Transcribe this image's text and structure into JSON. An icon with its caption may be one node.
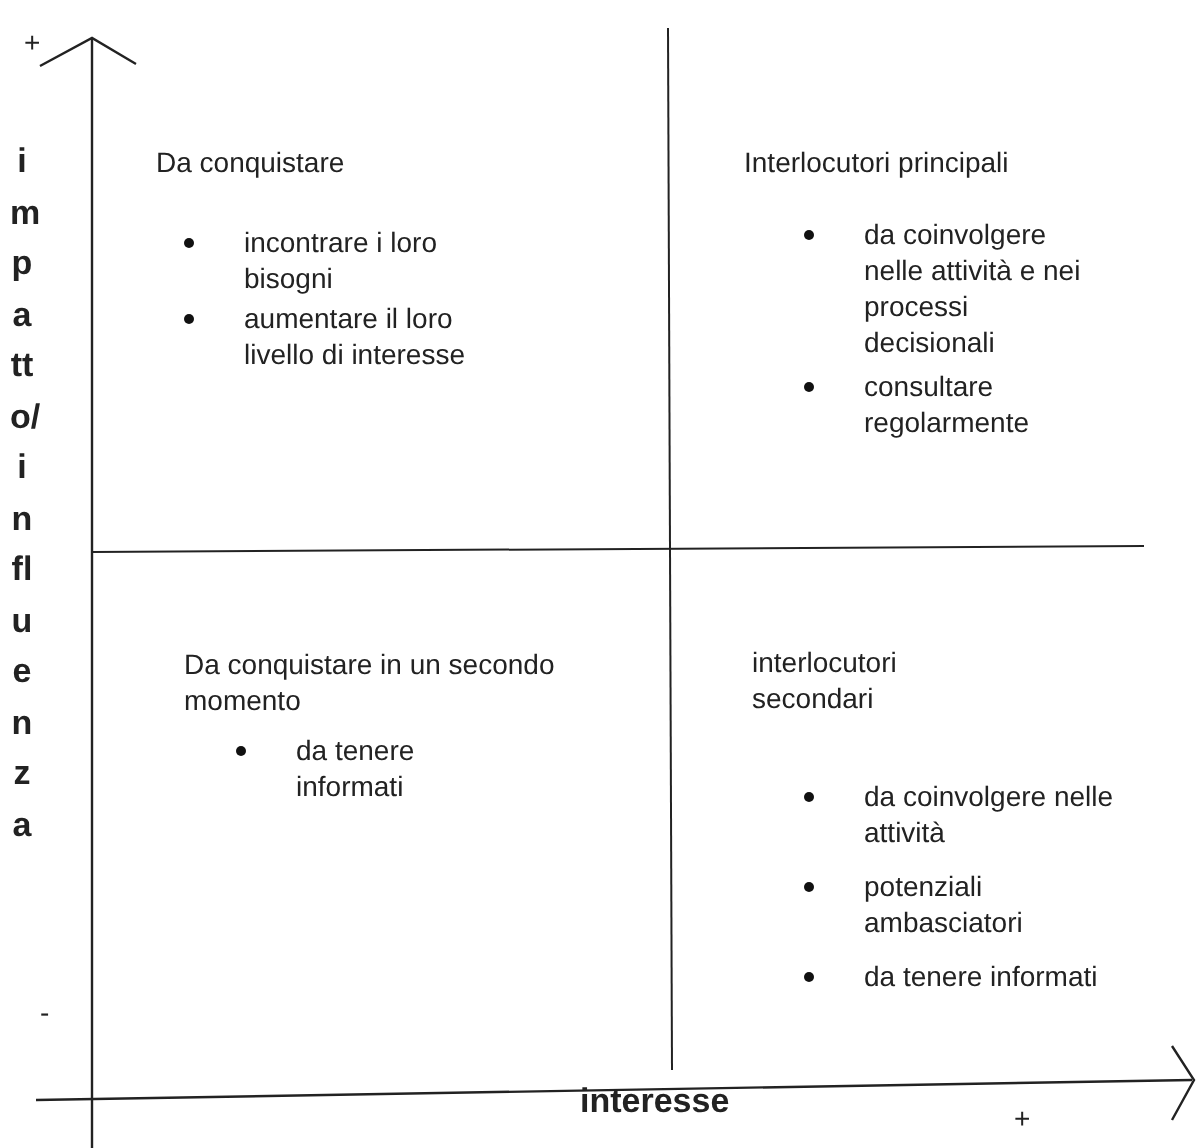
{
  "diagram": {
    "labels": [
      "+",
      "impatto/influenza",
      "Da conquistare",
      "incontrare i loro bisogni",
      "aumentare il loro livello di interesse",
      "Interlocutori principali",
      "da coinvolgere nelle attività e nei processi decisionali",
      "consultare regolarmente",
      "Da conquistare in un secondo momento",
      "da tenere informati",
      "interlocutori secondari",
      "da coinvolgere nelle attività",
      "potenziali ambasciatori",
      "da tenere informati",
      "-",
      "interesse",
      "+"
    ]
  }
}
